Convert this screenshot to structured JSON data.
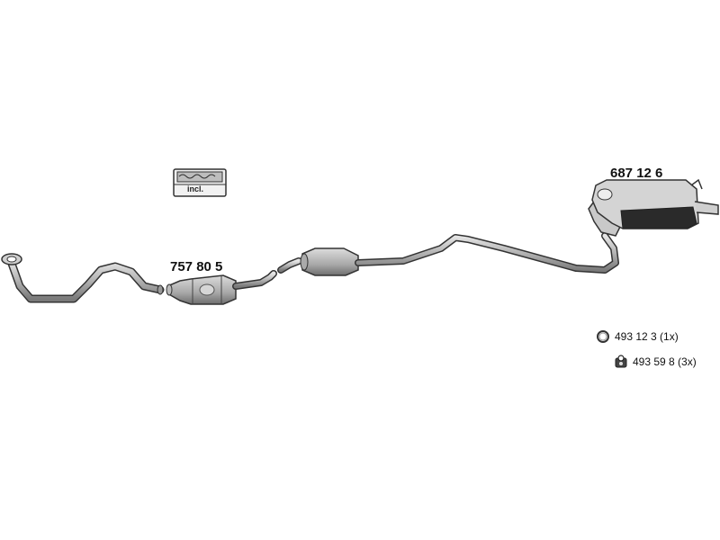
{
  "parts": {
    "catalytic_converter": {
      "number": "757 80 5"
    },
    "rear_silencer": {
      "number": "687 12 6"
    }
  },
  "kit_box": {
    "label": "incl."
  },
  "legend": [
    {
      "icon": "ring-icon",
      "text": "493 12 3 (1x)"
    },
    {
      "icon": "rubber-mount-icon",
      "text": "493 59 8 (3x)"
    }
  ]
}
